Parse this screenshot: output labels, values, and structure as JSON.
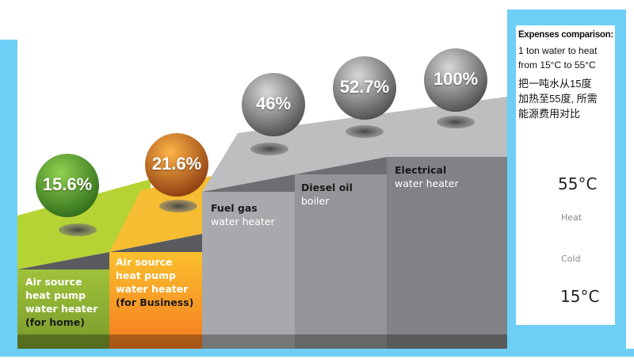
{
  "chart_data": {
    "type": "bar",
    "title": "Expenses comparison:",
    "subtitle": "1 ton water to heat from 15°C to 55°C",
    "subtitle_cn": [
      "把一吨水从15度",
      "加热至55度, 所需",
      "能源费用对比"
    ],
    "unit": "%",
    "categories": [
      {
        "lines_bold": [
          "Air source",
          "heat pump",
          "water heater"
        ],
        "note": "(for home)"
      },
      {
        "lines_bold": [
          "Air source",
          "heat pump",
          "water heater"
        ],
        "note": "(for Business)"
      },
      {
        "name": "Fuel gas",
        "sub": "water heater"
      },
      {
        "name": "Diesel oil",
        "sub": "boiler"
      },
      {
        "name": "Electrical",
        "sub": "water heater"
      }
    ],
    "values": [
      15.6,
      21.6,
      46,
      52.7,
      100
    ],
    "value_labels": [
      "15.6%",
      "21.6%",
      "46%",
      "52.7%",
      "100%"
    ]
  },
  "thermometer": {
    "hot": "55°C",
    "cold": "15°C",
    "heat_label": "Heat",
    "cold_label": "Cold"
  },
  "colors": {
    "frame": "#6dcff6",
    "green": "#8dc63f",
    "orange": "#f7941d",
    "gray": "#939598",
    "hot": "#e8407c",
    "cold": "#1ba0e0"
  }
}
